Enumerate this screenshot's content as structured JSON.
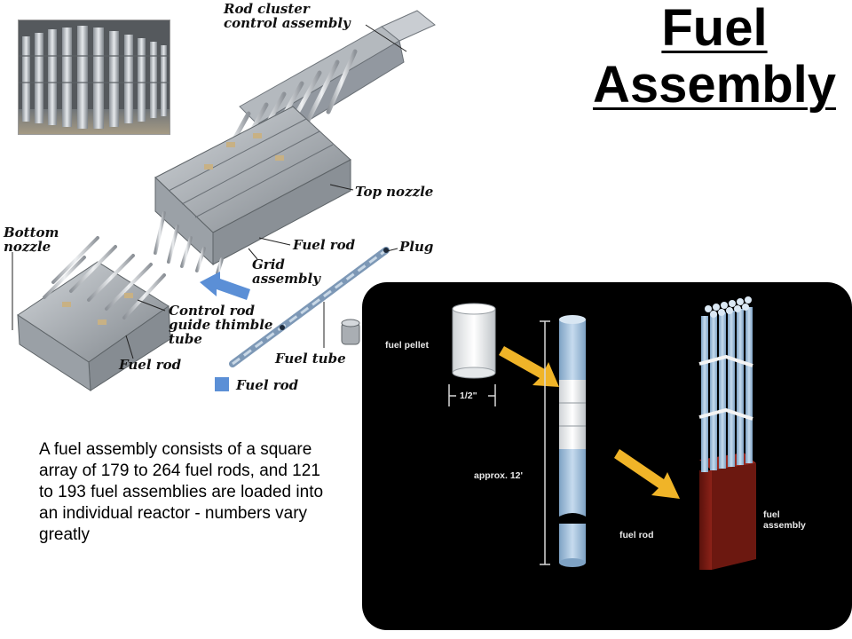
{
  "title": {
    "line1": "Fuel",
    "line2": "Assembly"
  },
  "description": "A fuel assembly consists of a square array of 179 to 264 fuel rods, and 121 to 193 fuel assemblies are loaded into an individual reactor - numbers vary greatly",
  "exploded_diagram": {
    "labels": {
      "rod_cluster": "Rod cluster\ncontrol assembly",
      "top_nozzle": "Top nozzle",
      "bottom_nozzle": "Bottom\nnozzle",
      "fuel_rod_center": "Fuel rod",
      "grid_assembly": "Grid\nassembly",
      "plug": "Plug",
      "control_rod_guide": "Control rod\nguide thimble\ntube",
      "fuel_rod_lower": "Fuel rod",
      "fuel_tube": "Fuel tube",
      "fuel_rod_legend": "Fuel rod"
    }
  },
  "scale_diagram": {
    "labels": {
      "fuel_pellet": "fuel pellet",
      "pellet_size": "1/2\"",
      "rod_length": "approx. 12'",
      "fuel_rod": "fuel rod",
      "fuel_assembly": "fuel\nassembly"
    }
  },
  "colors": {
    "panel_bg": "#000000",
    "rod_blue": "#9fbfdc",
    "arrow_yellow": "#f0b428",
    "arrow_blue": "#5b8fd6",
    "assembly_red": "#7a1c14",
    "metal": "#b9bec4"
  }
}
